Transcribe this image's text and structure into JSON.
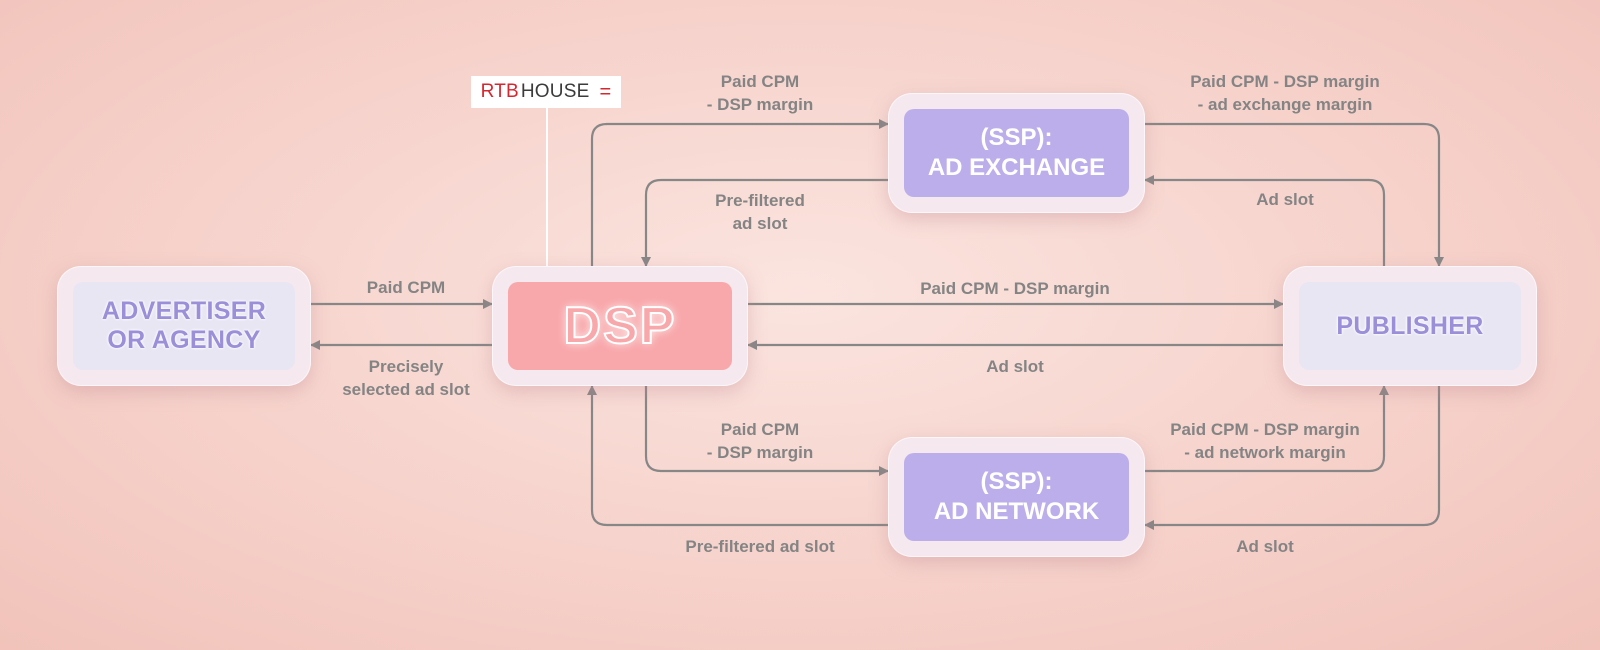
{
  "logo": {
    "brand_part1": "RTB",
    "brand_part2": "HOUSE",
    "brand_mark": "="
  },
  "nodes": {
    "advertiser": {
      "line1": "ADVERTISER",
      "line2": "OR AGENCY"
    },
    "dsp": {
      "label": "DSP"
    },
    "ad_exchange": {
      "line1": "(SSP):",
      "line2": "AD EXCHANGE"
    },
    "ad_network": {
      "line1": "(SSP):",
      "line2": "AD NETWORK"
    },
    "publisher": {
      "label": "PUBLISHER"
    }
  },
  "edges": {
    "adv_to_dsp": "Paid CPM",
    "dsp_to_adv_1": "Precisely",
    "dsp_to_adv_2": "selected ad slot",
    "dsp_to_exchange_1": "Paid CPM",
    "dsp_to_exchange_2": "- DSP margin",
    "exchange_to_dsp_1": "Pre-filtered",
    "exchange_to_dsp_2": "ad slot",
    "exchange_to_pub_1": "Paid CPM - DSP margin",
    "exchange_to_pub_2": "- ad exchange margin",
    "pub_to_exchange": "Ad slot",
    "dsp_to_pub": "Paid CPM - DSP margin",
    "pub_to_dsp": "Ad slot",
    "dsp_to_network_1": "Paid CPM",
    "dsp_to_network_2": "- DSP margin",
    "network_to_dsp": "Pre-filtered ad slot",
    "network_to_pub_1": "Paid CPM - DSP margin",
    "network_to_pub_2": "- ad network margin",
    "pub_to_network": "Ad slot"
  },
  "colors": {
    "arrow": "#878787",
    "dsp_fill": "#f8a7aa",
    "ssp_fill": "#bcaeeb",
    "light_fill": "#e8e6f3",
    "light_text": "#9a8fd8",
    "logo_red": "#d8262f"
  }
}
